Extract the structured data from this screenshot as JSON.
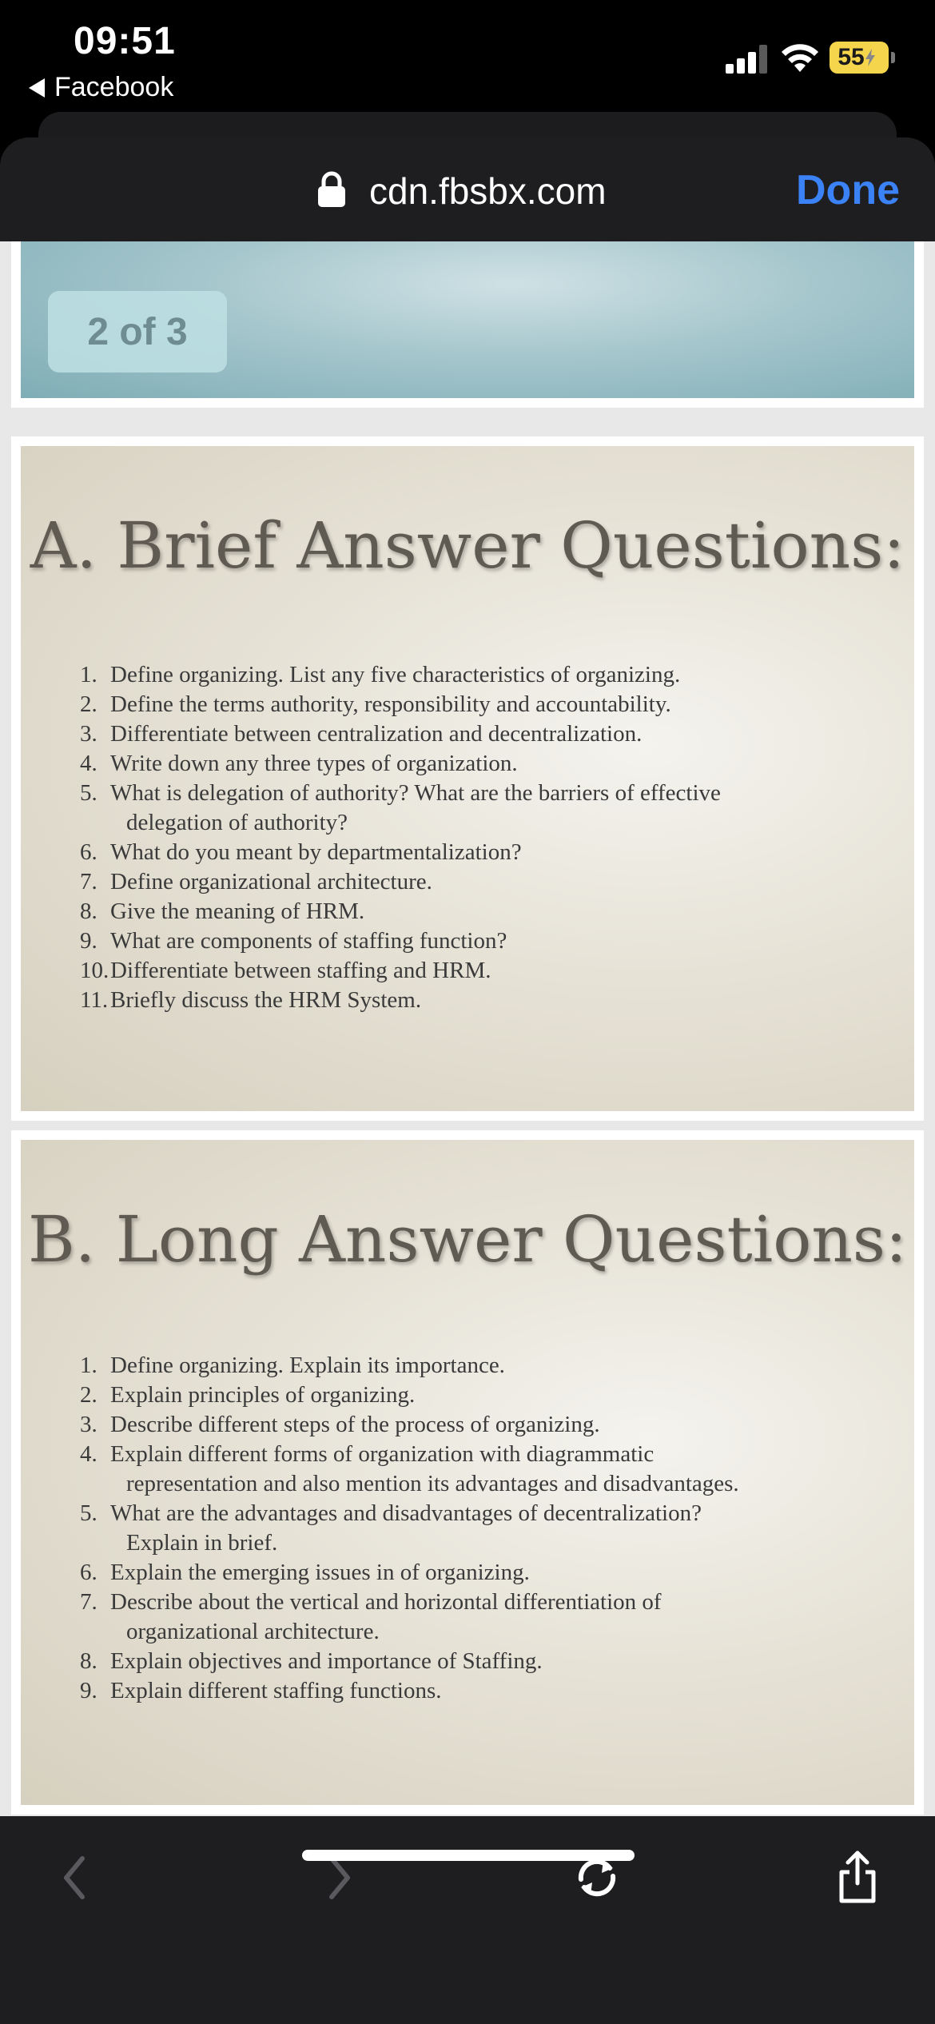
{
  "status_bar": {
    "time": "09:51",
    "back_app": "Facebook",
    "battery": "55"
  },
  "browser": {
    "url": "cdn.fbsbx.com",
    "done_label": "Done"
  },
  "page_indicator": "2 of 3",
  "slide_a": {
    "title": "A. Brief Answer Questions:",
    "questions": [
      {
        "num": "1.",
        "text": "Define organizing. List any five characteristics of organizing.",
        "cont": ""
      },
      {
        "num": "2.",
        "text": "Define the terms authority, responsibility and accountability.",
        "cont": ""
      },
      {
        "num": "3.",
        "text": "Differentiate between centralization and decentralization.",
        "cont": ""
      },
      {
        "num": "4.",
        "text": "Write down any three types of organization.",
        "cont": ""
      },
      {
        "num": "5.",
        "text": "What is delegation of authority? What are the barriers of effective",
        "cont": "delegation of authority?"
      },
      {
        "num": "6.",
        "text": "What do you meant by departmentalization?",
        "cont": ""
      },
      {
        "num": "7.",
        "text": "Define organizational architecture.",
        "cont": ""
      },
      {
        "num": "8.",
        "text": "Give the meaning of HRM.",
        "cont": ""
      },
      {
        "num": "9.",
        "text": "What are components of staffing function?",
        "cont": ""
      },
      {
        "num": "10.",
        "text": "Differentiate between staffing and HRM.",
        "cont": ""
      },
      {
        "num": "11.",
        "text": "Briefly discuss the HRM System.",
        "cont": ""
      }
    ]
  },
  "slide_b": {
    "title": "B. Long Answer Questions:",
    "questions": [
      {
        "num": "1.",
        "text": "Define organizing. Explain its importance.",
        "cont": ""
      },
      {
        "num": "2.",
        "text": "Explain principles of organizing.",
        "cont": ""
      },
      {
        "num": "3.",
        "text": "Describe different steps of the process of organizing.",
        "cont": ""
      },
      {
        "num": "4.",
        "text": "Explain different forms of organization with diagrammatic",
        "cont": "representation and also mention its advantages and disadvantages."
      },
      {
        "num": "5.",
        "text": "What are the advantages and disadvantages of decentralization?",
        "cont": "Explain in brief."
      },
      {
        "num": "6.",
        "text": "Explain the emerging issues in of organizing.",
        "cont": ""
      },
      {
        "num": "7.",
        "text": "Describe about the vertical and horizontal differentiation of",
        "cont": "organizational architecture."
      },
      {
        "num": "8.",
        "text": "Explain objectives and importance of Staffing.",
        "cont": ""
      },
      {
        "num": "9.",
        "text": "Explain different staffing functions.",
        "cont": ""
      }
    ]
  },
  "toolbar": {
    "icons": [
      "chevron-left-icon",
      "chevron-right-icon",
      "refresh-icon",
      "share-icon"
    ]
  },
  "colors": {
    "accent": "#3b82f6",
    "battery": "#f5d54b",
    "sheet_bg": "#1e1e20"
  }
}
